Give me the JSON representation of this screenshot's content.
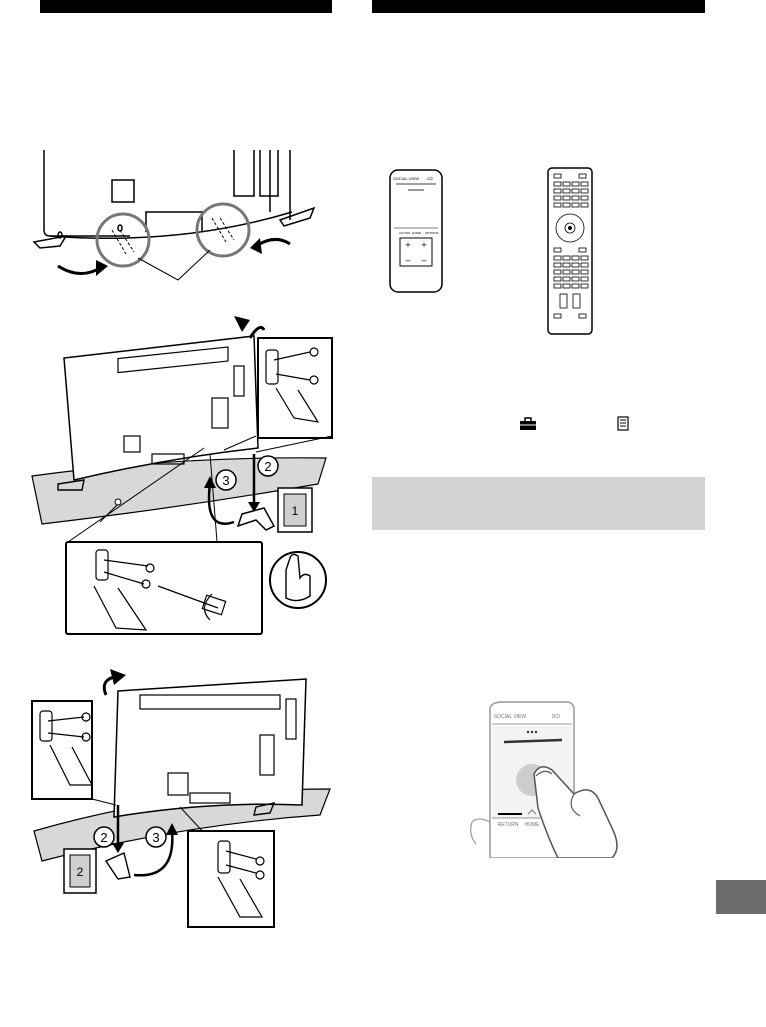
{
  "remote_touchpad": {
    "social_view_label": "SOCIAL VIEW",
    "power_label": "I/⏻",
    "buttons": [
      "ACTION",
      "HOME",
      "OPTIONS"
    ]
  },
  "finger_remote": {
    "social_view_label": "SOCIAL VIEW",
    "power_label": "I/⏻",
    "return_label": "RETURN",
    "home_label": "HOME"
  },
  "step_markers": [
    "2",
    "3",
    "2",
    "3"
  ],
  "label_card_1": "1",
  "label_card_2": "2",
  "icons": [
    "toolbox-icon",
    "manual-icon"
  ],
  "colors": {
    "tab": "#6b6b6b",
    "gray_box": "#d3d3d3"
  }
}
